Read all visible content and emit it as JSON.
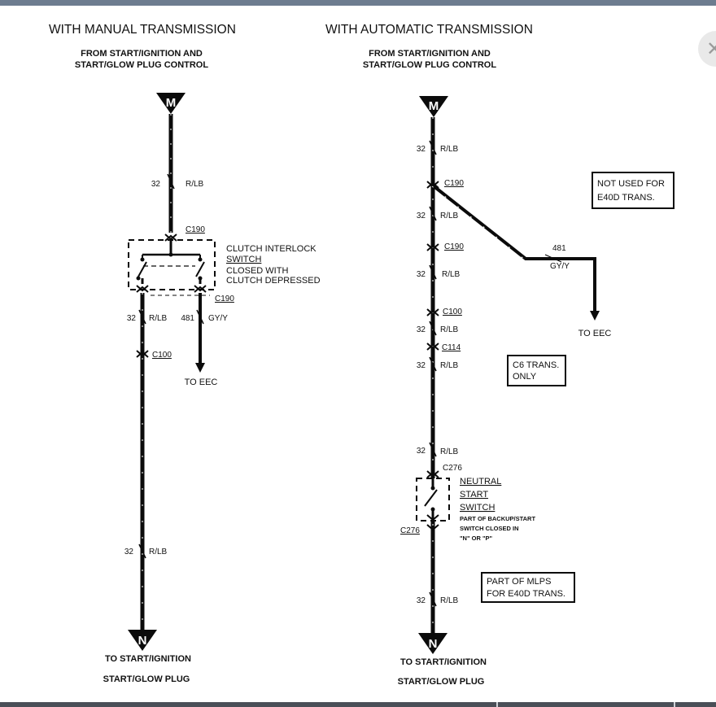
{
  "manual": {
    "title": "WITH MANUAL TRANSMISSION",
    "from_line1": "FROM START/IGNITION AND",
    "from_line2": "START/GLOW PLUG CONTROL",
    "connector_top": "M",
    "wire_top_num": "32",
    "wire_top_color": "R/LB",
    "c190_top": "C190",
    "switch_line1": "CLUTCH INTERLOCK",
    "switch_line2": "SWITCH",
    "switch_line3": "CLOSED WITH",
    "switch_line4": "CLUTCH DEPRESSED",
    "c190_bottom": "C190",
    "wire_mid_num": "32",
    "wire_mid_color": "R/LB",
    "wire_eec_num": "481",
    "wire_eec_color": "GY/Y",
    "c100": "C100",
    "to_eec": "TO EEC",
    "wire_low_num": "32",
    "wire_low_color": "R/LB",
    "connector_bottom": "N",
    "to_line1": "TO START/IGNITION",
    "to_line2": "START/GLOW PLUG"
  },
  "automatic": {
    "title": "WITH AUTOMATIC TRANSMISSION",
    "from_line1": "FROM START/IGNITION AND",
    "from_line2": "START/GLOW PLUG CONTROL",
    "connector_top": "M",
    "wire1_num": "32",
    "wire1_color": "R/LB",
    "c190_a": "C190",
    "note_e40d_line1": "NOT USED FOR",
    "note_e40d_line2": "E40D TRANS.",
    "wire2_num": "32",
    "wire2_color": "R/LB",
    "c190_b": "C190",
    "wire_eec_num": "481",
    "wire_eec_color": "GY/Y",
    "wire3_num": "32",
    "wire3_color": "R/LB",
    "to_eec": "TO EEC",
    "c100": "C100",
    "wire4_num": "32",
    "wire4_color": "R/LB",
    "c114": "C114",
    "wire5_num": "32",
    "wire5_color": "R/LB",
    "note_c6_line1": "C6 TRANS.",
    "note_c6_line2": "ONLY",
    "wire6_num": "32",
    "wire6_color": "R/LB",
    "c276_top": "C276",
    "nss_line1": "NEUTRAL",
    "nss_line2": "START",
    "nss_line3": "SWITCH",
    "nss_line4": "PART OF BACKUP/START",
    "nss_line5": "SWITCH CLOSED IN",
    "nss_line6": "\"N\" OR \"P\"",
    "c276_bottom": "C276",
    "note_mlps_line1": "PART OF MLPS",
    "note_mlps_line2": "FOR E40D TRANS.",
    "wire7_num": "32",
    "wire7_color": "R/LB",
    "connector_bottom": "N",
    "to_line1": "TO START/IGNITION",
    "to_line2": "START/GLOW PLUG"
  },
  "icons": {
    "close": "close-icon"
  }
}
